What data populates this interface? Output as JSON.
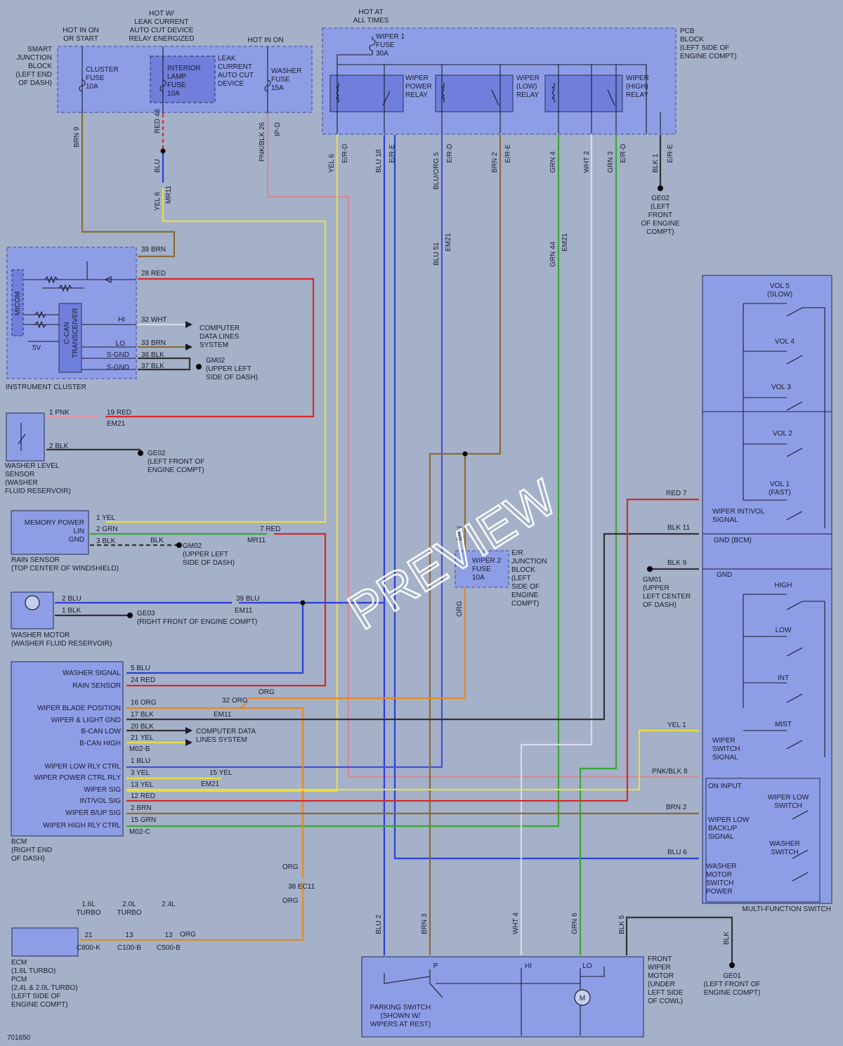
{
  "figure_id": "701650",
  "watermark": "PREVIEW",
  "colors": {
    "YEL": "#e9dd45",
    "BLU": "#2d3fd6",
    "BRN": "#8b6a33",
    "GRN": "#3aa635",
    "WHT": "#d8dce6",
    "BLK": "#333333",
    "RED": "#d42a2a",
    "PNK": "#e59aa8",
    "ORG": "#e08a2a",
    "BLU/ORG": "#4550d6",
    "PNK/BLK": "#d08a98"
  },
  "labels": {
    "hot_in_on_or_start": [
      "HOT IN ON",
      "OR START"
    ],
    "hot_leak": [
      "HOT W/",
      "LEAK CURRENT",
      "AUTO CUT DEVICE",
      "RELAY ENERGIZED"
    ],
    "hot_in_on": "HOT IN ON",
    "hot_at_all_times": [
      "HOT AT",
      "ALL TIMES"
    ],
    "sjb": [
      "SMART",
      "JUNCTION",
      "BLOCK",
      "(LEFT END",
      "OF DASH)"
    ],
    "cluster_fuse": [
      "CLUSTER",
      "FUSE",
      "10A"
    ],
    "interior_fuse": [
      "INTERIOR",
      "LAMP",
      "FUSE",
      "10A"
    ],
    "leak_device": [
      "LEAK",
      "CURRENT",
      "AUTO CUT",
      "DEVICE"
    ],
    "washer_fuse": [
      "WASHER",
      "FUSE",
      "15A"
    ],
    "wiper1_fuse": [
      "WIPER 1",
      "FUSE",
      "30A"
    ],
    "pcb_block": [
      "PCB",
      "BLOCK",
      "(LEFT SIDE OF",
      "ENGINE COMPT)"
    ],
    "wiper_power_relay": [
      "WIPER",
      "POWER",
      "RELAY"
    ],
    "wiper_low_relay": [
      "WIPER",
      "(LOW)",
      "RELAY"
    ],
    "wiper_high_relay": [
      "WIPER",
      "(HIGH)",
      "RELAY"
    ],
    "ge02_top": [
      "GE02",
      "(LEFT",
      "FRONT",
      "OF ENGINE",
      "COMPT)"
    ],
    "instrument_cluster": "INSTRUMENT CLUSTER",
    "micom": "MICOM",
    "ccan": [
      "C-CAN",
      "TRANSCEIVER"
    ],
    "five_v": "5V",
    "computer_data_lines": [
      "COMPUTER",
      "DATA LINES",
      "SYSTEM"
    ],
    "gm02_a": [
      "GM02",
      "(UPPER LEFT",
      "SIDE OF DASH)"
    ],
    "washer_level_sensor": [
      "WASHER LEVEL",
      "SENSOR",
      "(WASHER",
      "FLUID RESERVOIR)"
    ],
    "ge02_b": [
      "GE02",
      "(LEFT FRONT OF",
      "ENGINE COMPT)"
    ],
    "rain_sensor_pins": [
      "MEMORY POWER",
      "LIN",
      "GND"
    ],
    "rain_sensor": [
      "RAIN SENSOR",
      "(TOP CENTER OF WINDSHIELD)"
    ],
    "gm02_b": [
      "GM02",
      "(UPPER LEFT",
      "SIDE OF DASH)"
    ],
    "washer_motor": [
      "WASHER MOTOR",
      "(WASHER FLUID RESERVOIR)"
    ],
    "ge03": [
      "GE03",
      "(RIGHT FRONT OF ENGINE COMPT)"
    ],
    "wiper2_fuse": [
      "WIPER 2",
      "FUSE",
      "10A"
    ],
    "er_jb": [
      "E/R",
      "JUNCTION",
      "BLOCK",
      "(LEFT",
      "SIDE OF",
      "ENGINE",
      "COMPT)"
    ],
    "bcm_pins": [
      "WASHER SIGNAL",
      "RAIN SENSOR",
      "WIPER BLADE POSITION",
      "WIPER & LIGHT GND",
      "B-CAN LOW",
      "B-CAN HIGH",
      "WIPER LOW RLY CTRL",
      "WIPER POWER CTRL RLY",
      "WIPER SIG",
      "INT/VOL SIG",
      "WIPER B/UP SIG",
      "WIPER HIGH RLY CTRL"
    ],
    "computer_data_lines_2": [
      "COMPUTER DATA",
      "LINES SYSTEM"
    ],
    "m02b": "M02-B",
    "m02c": "M02-C",
    "bcm": [
      "BCM",
      "(RIGHT END",
      "OF DASH)"
    ],
    "ecm_variants": [
      {
        "name": [
          "1.6L",
          "TURBO"
        ],
        "pin": "21",
        "conn": "C800-K"
      },
      {
        "name": [
          "2.0L",
          "TURBO"
        ],
        "pin": "13",
        "conn": "C100-B"
      },
      {
        "name": [
          "2.4L"
        ],
        "pin": "13",
        "conn": "C500-B"
      }
    ],
    "ecm": [
      "ECM",
      "(1.6L TURBO)",
      "PCM",
      "(2.4L & 2.0L TURBO)",
      "(LEFT SIDE OF",
      "ENGINE COMPT)"
    ],
    "parking_switch": [
      "PARKING SWITCH",
      "(SHOWN W/",
      "WIPERS AT REST)"
    ],
    "front_wiper_motor": [
      "FRONT",
      "WIPER",
      "MOTOR",
      "(UNDER",
      "LEFT SIDE",
      "OF COWL)"
    ],
    "motor_pins": [
      "P",
      "HI",
      "LO",
      "M"
    ],
    "ge01": [
      "GE01",
      "(LEFT FRONT OF",
      "ENGINE COMPT)"
    ],
    "mfs_vol": [
      "VOL 5",
      "(SLOW)",
      "VOL 4",
      "VOL 3",
      "VOL 2",
      "VOL 1",
      "(FAST)"
    ],
    "mfs_wiper_int": [
      "WIPER INT/VOL",
      "SIGNAL"
    ],
    "mfs_gnd_bcm": "GND (BCM)",
    "mfs_gnd": "GND",
    "gm01": [
      "GM01",
      "(UPPER",
      "LEFT CENTER",
      "OF DASH)"
    ],
    "mfs_modes": [
      "HIGH",
      "LOW",
      "INT",
      "MIST"
    ],
    "mfs_wiper_switch": [
      "WIPER",
      "SWITCH",
      "SIGNAL"
    ],
    "mfs_on_input": "ON INPUT",
    "mfs_wiper_low_switch": [
      "WIPER LOW",
      "SWITCH"
    ],
    "mfs_low_backup": [
      "WIPER LOW",
      "BACKUP",
      "SIGNAL"
    ],
    "mfs_washer_switch": [
      "WASHER",
      "SWITCH"
    ],
    "mfs_washer_motor": [
      "WASHER",
      "MOTOR",
      "SWITCH",
      "POWER"
    ],
    "multi_function_switch": "MULTI-FUNCTION SWITCH",
    "cluster_pins": {
      "hi": "HI",
      "lo": "LO",
      "sgnd1": "S-GND",
      "sgnd2": "S-GND"
    }
  },
  "wire_labels": [
    {
      "id": "w1",
      "t": "BRN 9",
      "v": true
    },
    {
      "id": "w2",
      "t": "RED 46",
      "v": true
    },
    {
      "id": "w3",
      "t": "BLU",
      "v": true
    },
    {
      "id": "w4",
      "t": "YEL 6",
      "v": true
    },
    {
      "id": "w5",
      "t": "MR11",
      "v": true
    },
    {
      "id": "w6",
      "t": "PNK/BLK 26",
      "v": true
    },
    {
      "id": "w7",
      "t": "IP-D",
      "v": true
    },
    {
      "id": "w8",
      "t": "YEL 6",
      "v": true
    },
    {
      "id": "w9",
      "t": "E/R-D",
      "v": true
    },
    {
      "id": "w10",
      "t": "BLU 18",
      "v": true
    },
    {
      "id": "w11",
      "t": "E/R-E",
      "v": true
    },
    {
      "id": "w12",
      "t": "BLU/ORG 5",
      "v": true
    },
    {
      "id": "w13",
      "t": "E/R-D",
      "v": true
    },
    {
      "id": "w14",
      "t": "BRN 2",
      "v": true
    },
    {
      "id": "w15",
      "t": "E/R-E",
      "v": true
    },
    {
      "id": "w16",
      "t": "GRN 4",
      "v": true
    },
    {
      "id": "w17",
      "t": "WHT 2",
      "v": true
    },
    {
      "id": "w18",
      "t": "GRN 3",
      "v": true
    },
    {
      "id": "w19",
      "t": "E/R-D",
      "v": true
    },
    {
      "id": "w20",
      "t": "BLK 1",
      "v": true
    },
    {
      "id": "w21",
      "t": "E/R-E",
      "v": true
    },
    {
      "id": "w22",
      "t": "BLU 51",
      "v": true
    },
    {
      "id": "w23",
      "t": "EM21",
      "v": true
    },
    {
      "id": "w24",
      "t": "GRN 44",
      "v": true
    },
    {
      "id": "w25",
      "t": "EM21",
      "v": true
    },
    {
      "id": "w26",
      "t": "39 BRN"
    },
    {
      "id": "w27",
      "t": "28 RED"
    },
    {
      "id": "w28",
      "t": "32 WHT"
    },
    {
      "id": "w29",
      "t": "33 BRN"
    },
    {
      "id": "w30",
      "t": "36 BLK"
    },
    {
      "id": "w31",
      "t": "37 BLK"
    },
    {
      "id": "w32",
      "t": "1 PNK"
    },
    {
      "id": "w33",
      "t": "19 RED"
    },
    {
      "id": "w34",
      "t": "EM21"
    },
    {
      "id": "w35",
      "t": "2 BLK"
    },
    {
      "id": "w36",
      "t": "1 YEL"
    },
    {
      "id": "w37",
      "t": "2 GRN"
    },
    {
      "id": "w38",
      "t": "3 BLK"
    },
    {
      "id": "w39",
      "t": "BLK"
    },
    {
      "id": "w40",
      "t": "7 RED"
    },
    {
      "id": "w41",
      "t": "MR11"
    },
    {
      "id": "w42",
      "t": "2 BLU"
    },
    {
      "id": "w43",
      "t": "1 BLK"
    },
    {
      "id": "w44",
      "t": "39 BLU"
    },
    {
      "id": "w45",
      "t": "EM11"
    },
    {
      "id": "w46",
      "t": "BRN",
      "v": true
    },
    {
      "id": "w47",
      "t": "ORG",
      "v": true
    },
    {
      "id": "w48",
      "t": "5 BLU"
    },
    {
      "id": "w49",
      "t": "24 RED"
    },
    {
      "id": "w50",
      "t": "16 ORG"
    },
    {
      "id": "w51",
      "t": "17 BLK"
    },
    {
      "id": "w52",
      "t": "20 BLK"
    },
    {
      "id": "w53",
      "t": "21 YEL"
    },
    {
      "id": "w54",
      "t": "1 BLU"
    },
    {
      "id": "w55",
      "t": "3 YEL"
    },
    {
      "id": "w56",
      "t": "13 YEL"
    },
    {
      "id": "w57",
      "t": "12 RED"
    },
    {
      "id": "w58",
      "t": "2 BRN"
    },
    {
      "id": "w59",
      "t": "15 GRN"
    },
    {
      "id": "w60",
      "t": "32 ORG"
    },
    {
      "id": "w61",
      "t": "EM11"
    },
    {
      "id": "w62",
      "t": "ORG"
    },
    {
      "id": "w63",
      "t": "15 YEL"
    },
    {
      "id": "w64",
      "t": "EM21"
    },
    {
      "id": "w65",
      "t": "ORG"
    },
    {
      "id": "w66",
      "t": "38 EC11"
    },
    {
      "id": "w67",
      "t": "ORG"
    },
    {
      "id": "w68",
      "t": "ORG"
    },
    {
      "id": "w69",
      "t": "BLU 2",
      "v": true
    },
    {
      "id": "w70",
      "t": "BRN 3",
      "v": true
    },
    {
      "id": "w71",
      "t": "WHT 4",
      "v": true
    },
    {
      "id": "w72",
      "t": "GRN 6",
      "v": true
    },
    {
      "id": "w73",
      "t": "BLK 5",
      "v": true
    },
    {
      "id": "w74",
      "t": "BLK",
      "v": true
    },
    {
      "id": "w75",
      "t": "RED 7"
    },
    {
      "id": "w76",
      "t": "BLK 11"
    },
    {
      "id": "w77",
      "t": "BLK 9"
    },
    {
      "id": "w78",
      "t": "YEL 1"
    },
    {
      "id": "w79",
      "t": "PNK/BLK 8"
    },
    {
      "id": "w80",
      "t": "BRN 2"
    },
    {
      "id": "w81",
      "t": "BLU 6"
    }
  ]
}
